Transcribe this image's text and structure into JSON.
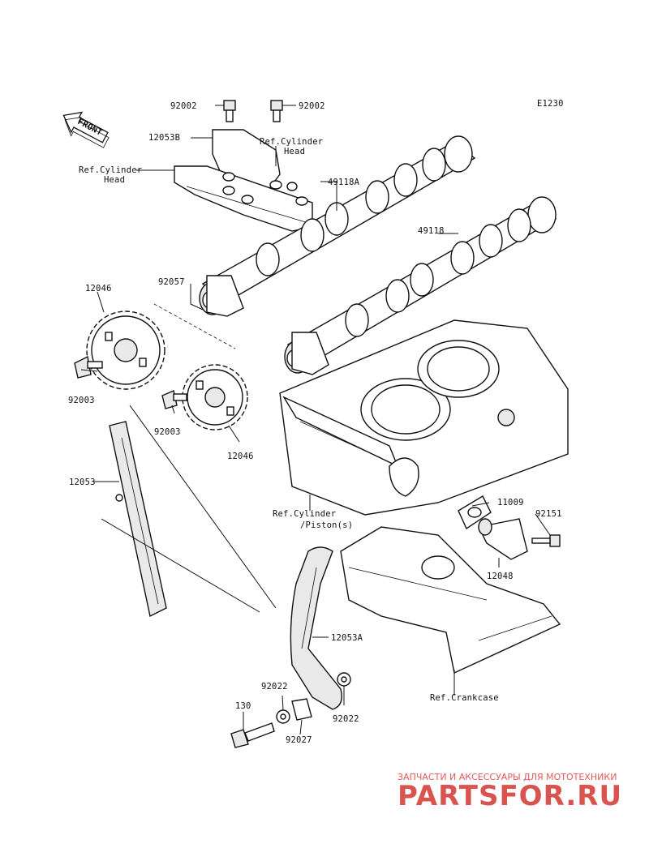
{
  "diagram_code": "E1230",
  "front_label": "FRONT",
  "labels": {
    "bolt_top_left": "92002",
    "bolt_top_right": "92002",
    "cap": "12053B",
    "ref_cyl_head_right_1": "Ref.Cylinder",
    "ref_cyl_head_right_2": "Head",
    "ref_cyl_head_left_1": "Ref.Cylinder",
    "ref_cyl_head_left_2": "Head",
    "camshaft_a": "49118A",
    "camshaft": "49118",
    "chain": "92057",
    "sprocket_left": "12046",
    "bolt_sprocket_left": "92003",
    "bolt_sprocket_right": "92003",
    "sprocket_right": "12046",
    "guide_left": "12053",
    "gasket": "11009",
    "bolt_tensioner": "92151",
    "ref_cyl_piston_1": "Ref.Cylinder",
    "ref_cyl_piston_2": "/Piston(s)",
    "tensioner": "12048",
    "guide_right": "12053A",
    "washer_top": "92022",
    "bolt_guide": "130",
    "collar": "92027",
    "washer_right": "92022",
    "ref_crankcase": "Ref.Crankcase"
  },
  "watermark": {
    "top": "ЗАПЧАСТИ И АКСЕССУАРЫ ДЛЯ МОТОТЕХНИКИ",
    "main": "PARTSFOR.RU"
  }
}
